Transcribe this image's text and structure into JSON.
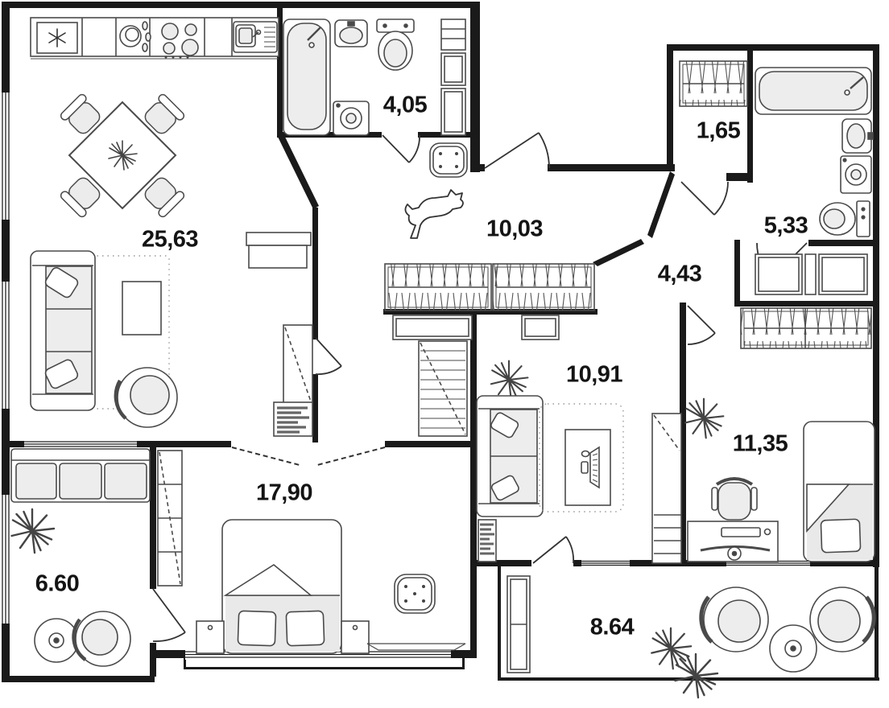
{
  "plan": {
    "type": "apartment-floor-plan",
    "colors": {
      "wall": "#1a1a1a",
      "furniture_line": "#4a4a4a",
      "furniture_fill": "#ececec",
      "label": "#141414",
      "floor": "#ffffff"
    },
    "rooms": [
      {
        "name": "kitchen-living-room",
        "area": "25,63"
      },
      {
        "name": "bathroom",
        "area": "4,05"
      },
      {
        "name": "hallway",
        "area": "10,03"
      },
      {
        "name": "closet",
        "area": "1,65"
      },
      {
        "name": "bathroom-2",
        "area": "5,33"
      },
      {
        "name": "hall",
        "area": "4,43"
      },
      {
        "name": "study-room",
        "area": "10,91"
      },
      {
        "name": "bedroom-2",
        "area": "11,35"
      },
      {
        "name": "bedroom",
        "area": "17,90"
      },
      {
        "name": "balcony-left",
        "area": "6.60"
      },
      {
        "name": "balcony-right",
        "area": "8.64"
      }
    ]
  }
}
